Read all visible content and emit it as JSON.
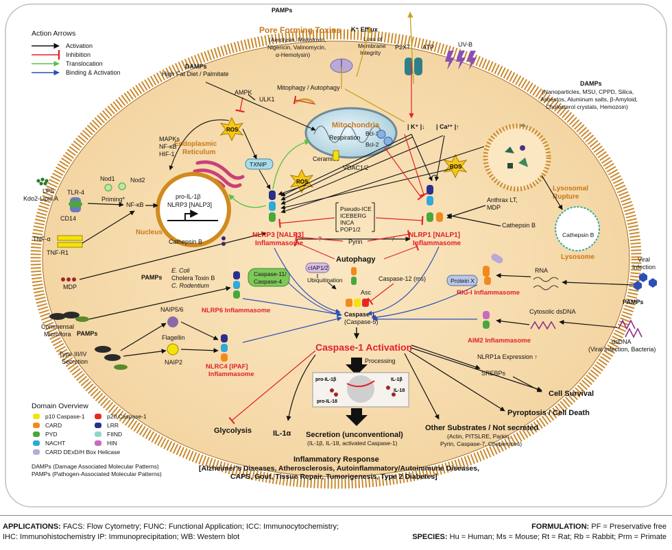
{
  "legend": {
    "title": "Action Arrows",
    "items": [
      {
        "label": "Activation",
        "color": "#111111"
      },
      {
        "label": "Inhibition",
        "color": "#e0202a"
      },
      {
        "label": "Translocation",
        "color": "#5cc14a"
      },
      {
        "label": "Binding & Activation",
        "color": "#2b4fb5"
      }
    ]
  },
  "domains": {
    "title": "Domain Overview",
    "items": [
      {
        "label": "p10 Caspase-1",
        "color": "#f5e20a"
      },
      {
        "label": "p20 Caspase-1",
        "color": "#e8281e"
      },
      {
        "label": "CARD",
        "color": "#f08a1c"
      },
      {
        "label": "LRR",
        "color": "#2a2f8c"
      },
      {
        "label": "PYD",
        "color": "#4aa83a"
      },
      {
        "label": "FIIND",
        "color": "#8fd6c8"
      },
      {
        "label": "NACHT",
        "color": "#2fa9d9"
      },
      {
        "label": "HIN",
        "color": "#c86ac0"
      },
      {
        "label": "CARD DExD/H Box Helicase",
        "color": "#b9a9d6"
      }
    ],
    "notes": [
      "DAMPs (Damage Associated Molecular Patterns)",
      "PAMPs (Pathogen-Associated Molecular Patterns)"
    ]
  },
  "top": {
    "pamps_label": "PAMPs",
    "pore_title": "Pore Forming Toxins",
    "pore_list": [
      "(Aerolysin, Maitotoxin,",
      "Nigericin, Valinomycin,",
      "α-Hemolysin)"
    ],
    "k_efflux": "K⁺ Efflux",
    "membrane_loss": [
      "Loss of",
      "Membrane",
      "Integrity"
    ],
    "p2x7": "P2X7",
    "atp": "ATP",
    "uvb": "UV-B"
  },
  "damps_left": {
    "title": "DAMPs",
    "text": "High Fat Diet / Palmitate"
  },
  "damps_right": {
    "title": "DAMPs",
    "lines": [
      "(Nanoparticles, MSU, CPPD, Silica,",
      "Asbestos, Aluminum salts, β-Amyloid,",
      "Cholesterol crystals, Hemozoin)"
    ]
  },
  "cell": {
    "ampk": "AMPK",
    "ulk1": "ULK1",
    "mitophagy": "Mitophagy / Autophagy",
    "mitochondria": "Mitochondria",
    "respiration": "Respiration",
    "bclx": "Bcl-X",
    "bcl2": "Bcl-2",
    "ceramide": "Ceramide",
    "vdac": "VDAC1/2",
    "ros": "ROS",
    "txnip": "TXNIP",
    "er": [
      "Endoplasmic",
      "Reticulum"
    ],
    "mapk": [
      "MAPKs",
      "NF-κB",
      "HIF-1"
    ],
    "nod1": "Nod1",
    "nod2": "Nod2",
    "priming": "Priming*",
    "nfkb": "NF-κB",
    "pro_il": "pro-IL-1β",
    "nlrp3_gene": "NLRP3 [NALP3]",
    "nucleus": "Nucleus",
    "k_level": "| K⁺ |↓",
    "ca_level": "| Ca²⁺ |↑",
    "nlrp3_infl": [
      "NLRP3 [NALP3]",
      "Inflammasome"
    ],
    "nlrp1_infl": [
      "NLRP1 [NALP1]",
      "Inflammasome"
    ],
    "pseudo_list": [
      "Pseudo-ICE",
      "ICEBERG",
      "INCA",
      "POP1/2"
    ],
    "pyrin": "Pyrin",
    "q": "?",
    "anthrax": [
      "Anthrax LT,",
      "MDP"
    ],
    "cathepsin_b": "Cathepsin B",
    "lysosomal_rupture": [
      "Lysosomal",
      "Rupture"
    ],
    "lysosome": "Lysosome",
    "autophagy": "Autophagy",
    "ciap": "cIAP1/2",
    "ubiq": "Ubiquitination",
    "asc": "Asc",
    "casp11": [
      "Caspase-11/",
      "Caspase-4"
    ],
    "casp12": "Caspase-12 (ms)",
    "casp1": [
      "Caspase-1",
      "(Caspase-5)"
    ],
    "protein_x": "Protein X",
    "rig_i": "RIG-I Inflammasome",
    "rna": "RNA",
    "cyto_dsdna": "Cytosolic dsDNA",
    "aim2": "AIM2 Inflammasome",
    "pamps_mid": "PAMPs",
    "ecoli": [
      "E. Coli",
      "Cholera Toxin B",
      "C. Rodentium"
    ],
    "nlrp6": "NLRP6 Inflammasome",
    "naip56": "NAIP5/6",
    "flagellin": "Flagellin",
    "naip2": "NAIP2",
    "nlrc4": [
      "NLRC4 [IPAF]",
      "Inflammasome"
    ],
    "casp1_activation": "Caspase-1 Activation",
    "processing": "Processing",
    "inset_labels": [
      "pro-IL-1β",
      "pro-IL-18",
      "IL-1β",
      "IL-18"
    ],
    "nlrp1a": "NLRP1a Expression ↑",
    "srebps": "SREBPs"
  },
  "outside": {
    "lps": [
      "LPS",
      "Kdo2-Lipid A"
    ],
    "tlr4": "TLR-4",
    "cd14": "CD14",
    "tnfa": "TNF-α",
    "tnfr1": "TNF-R1",
    "mdp": "MDP",
    "commensal": [
      "Commensal",
      "Microflora"
    ],
    "pamps_lower": "PAMPs",
    "type3": [
      "Type III/IV",
      "Secretion"
    ],
    "viral": [
      "Viral",
      "Infection"
    ],
    "pamps_right": "PAMPs",
    "dsdna": "dsDNA",
    "dsdna_src": "(Viral Infection, Bacteria)"
  },
  "outcomes": {
    "cell_survival": "Cell Survival",
    "pyroptosis": "Pyroptosis / Cell Death",
    "glycolysis": "Glycolysis",
    "il1a": "IL-1α",
    "secretion": "Secretion (unconventional)",
    "secretion_sub": "(IL-1β, IL-18, activated Caspase-1)",
    "other": "Other Substrates / Not secreted",
    "other_sub": [
      "(Actin, PITSLRE, Parkin,",
      "Pyrin, Caspase-7, Chaperones)"
    ],
    "infl_title": "Inflammatory Response",
    "infl_lines": [
      "[Alzheimer's Diseases, Atherosclerosis, Autoinflammatory/Autoimmune Diseases,",
      "CAPS, Gout, Tissue Repair, Tumorigenesis, Type 2 Diabetes]"
    ]
  },
  "footer": {
    "applications_label": "APPLICATIONS:",
    "applications": "FACS: Flow Cytometry; FUNC: Functional Application; ICC: Immunocytochemistry;",
    "applications2": "IHC: Immunohistochemistry IP: Immunoprecipitation; WB: Western blot",
    "formulation_label": "FORMULATION:",
    "formulation": "PF = Preservative free",
    "species_label": "SPECIES:",
    "species": "Hu = Human; Ms = Mouse; Rt = Rat; Rb = Rabbit; Prm = Primate"
  }
}
